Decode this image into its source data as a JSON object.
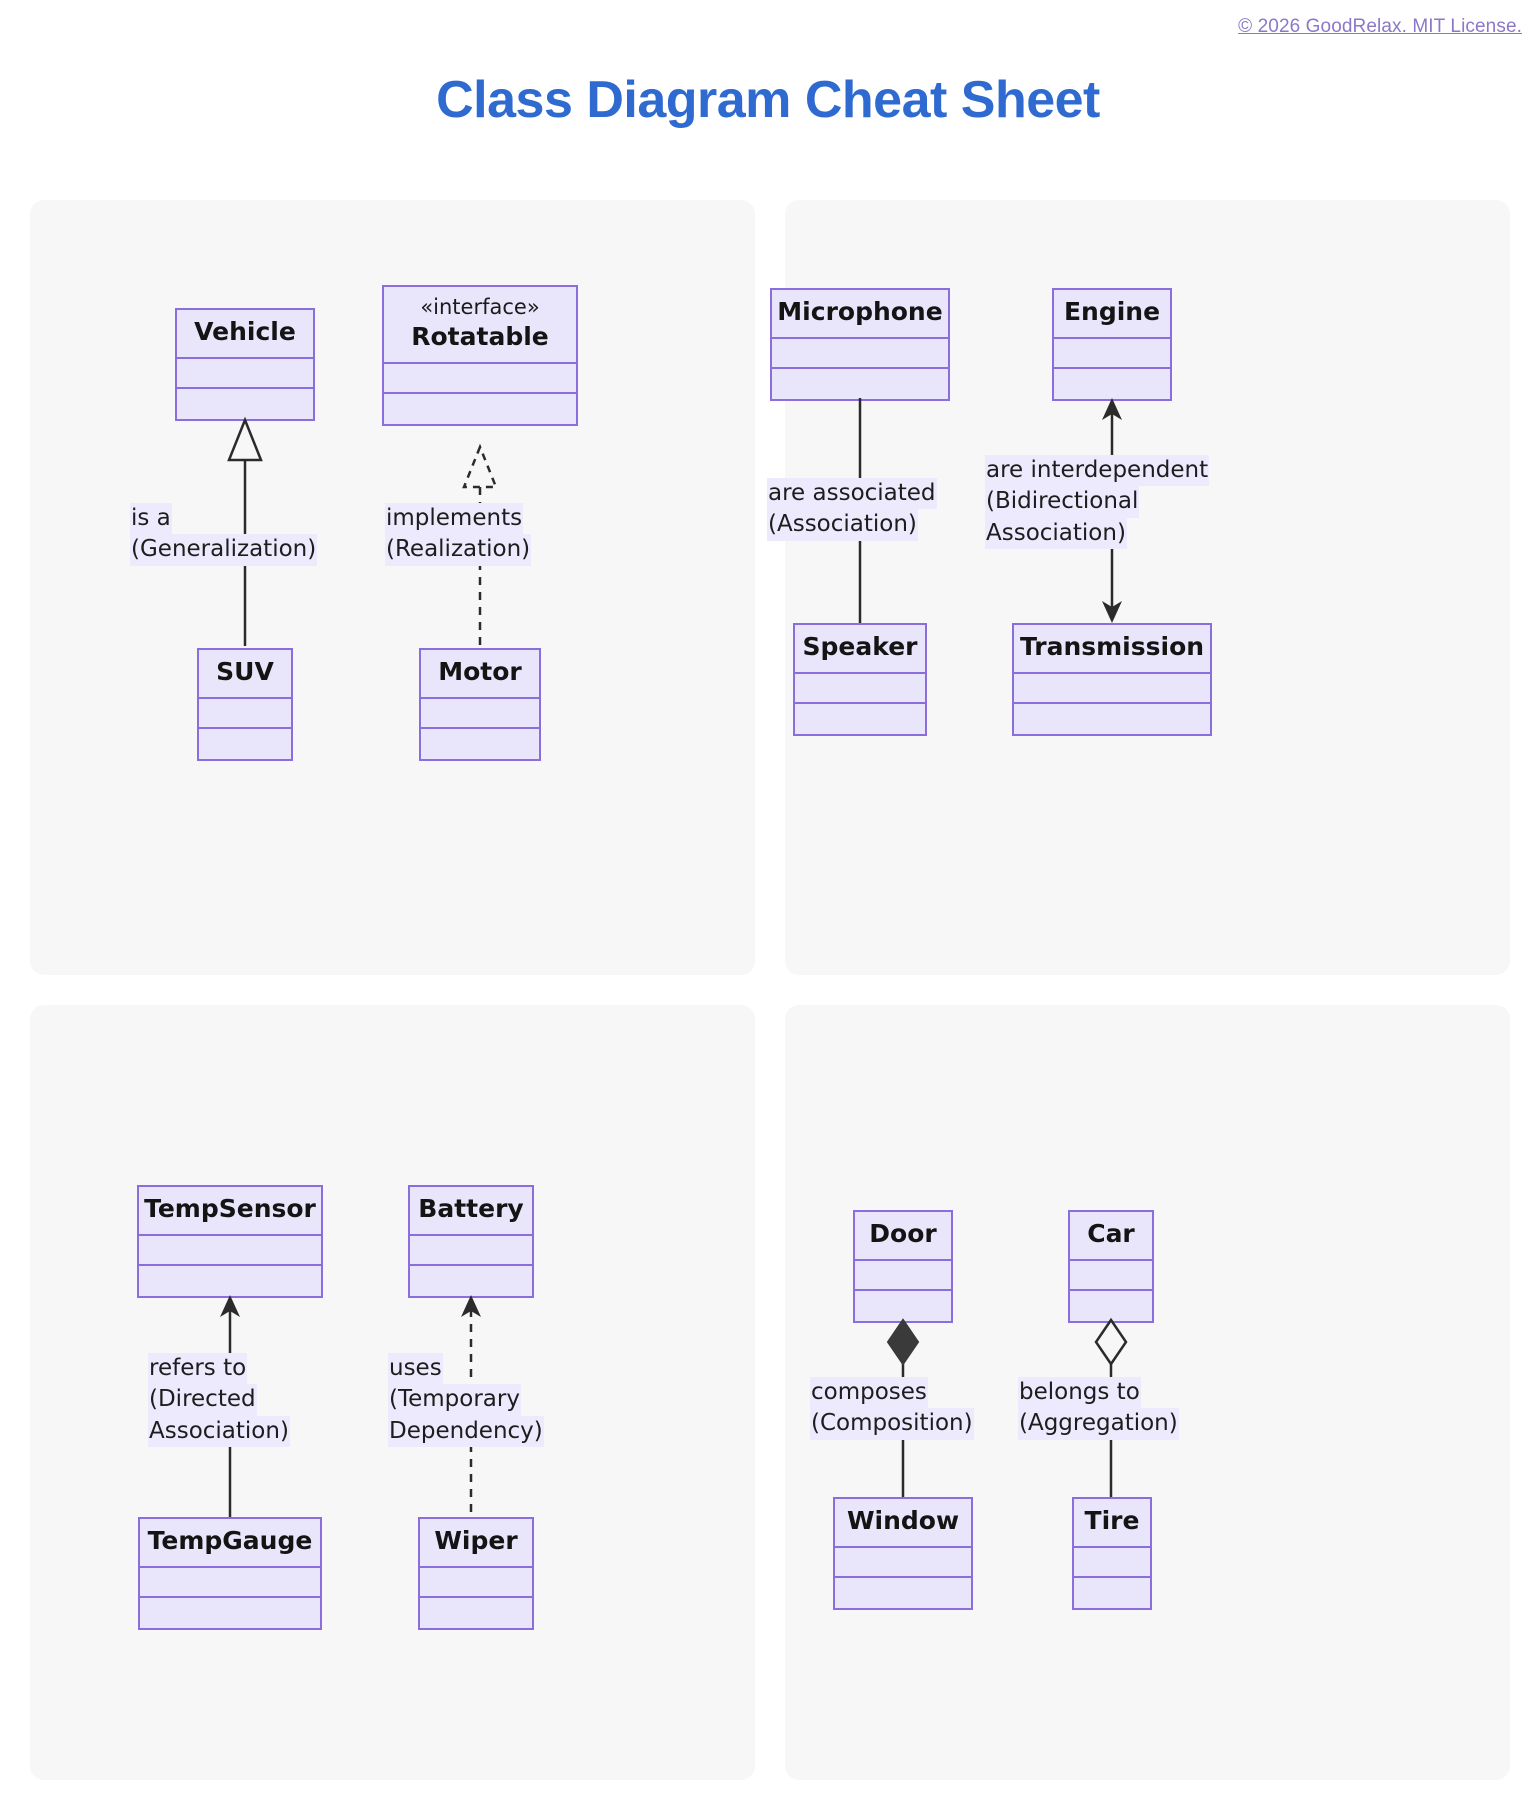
{
  "header": {
    "copyright": "© 2026 GoodRelax. MIT License.",
    "title": "Class Diagram Cheat Sheet"
  },
  "colors": {
    "title": "#2f6ad0",
    "link": "#8b78c9",
    "panel_bg": "#f7f7f7",
    "box_fill": "#e9e6fb",
    "box_border": "#8b6ede",
    "label_highlight": "#eceafc",
    "line": "#2b2b2b",
    "page_bg": "#ffffff"
  },
  "panels": [
    {
      "id": "inheritance",
      "relations": [
        {
          "id": "generalization",
          "parent": {
            "name": "Vehicle",
            "stereotype": ""
          },
          "child": {
            "name": "SUV"
          },
          "label_lines": [
            "is a",
            "(Generalization)"
          ],
          "line_style": "solid",
          "arrow": "hollow-triangle"
        },
        {
          "id": "realization",
          "parent": {
            "name": "Rotatable",
            "stereotype": "«interface»"
          },
          "child": {
            "name": "Motor"
          },
          "label_lines": [
            "implements",
            "(Realization)"
          ],
          "line_style": "dashed",
          "arrow": "hollow-triangle"
        }
      ]
    },
    {
      "id": "association",
      "relations": [
        {
          "id": "plain-association",
          "parent": {
            "name": "Microphone",
            "stereotype": ""
          },
          "child": {
            "name": "Speaker"
          },
          "label_lines": [
            "are associated",
            "(Association)"
          ],
          "line_style": "solid",
          "arrow": "none"
        },
        {
          "id": "bidirectional-association",
          "parent": {
            "name": "Engine",
            "stereotype": ""
          },
          "child": {
            "name": "Transmission"
          },
          "label_lines": [
            "are interdependent",
            "(Bidirectional",
            "Association)"
          ],
          "line_style": "solid",
          "arrow": "filled-arrow-both"
        }
      ]
    },
    {
      "id": "directed-and-dependency",
      "relations": [
        {
          "id": "directed-association",
          "parent": {
            "name": "TempSensor",
            "stereotype": ""
          },
          "child": {
            "name": "TempGauge"
          },
          "label_lines": [
            "refers to",
            "(Directed",
            "Association)"
          ],
          "line_style": "solid",
          "arrow": "filled-arrow"
        },
        {
          "id": "temporary-dependency",
          "parent": {
            "name": "Battery",
            "stereotype": ""
          },
          "child": {
            "name": "Wiper"
          },
          "label_lines": [
            "uses",
            "(Temporary",
            "Dependency)"
          ],
          "line_style": "dashed",
          "arrow": "filled-arrow"
        }
      ]
    },
    {
      "id": "composition-and-aggregation",
      "relations": [
        {
          "id": "composition",
          "parent": {
            "name": "Door",
            "stereotype": ""
          },
          "child": {
            "name": "Window"
          },
          "label_lines": [
            "composes",
            "(Composition)"
          ],
          "line_style": "solid",
          "arrow": "filled-diamond"
        },
        {
          "id": "aggregation",
          "parent": {
            "name": "Car",
            "stereotype": ""
          },
          "child": {
            "name": "Tire"
          },
          "label_lines": [
            "belongs to",
            "(Aggregation)"
          ],
          "line_style": "solid",
          "arrow": "hollow-diamond"
        }
      ]
    }
  ]
}
